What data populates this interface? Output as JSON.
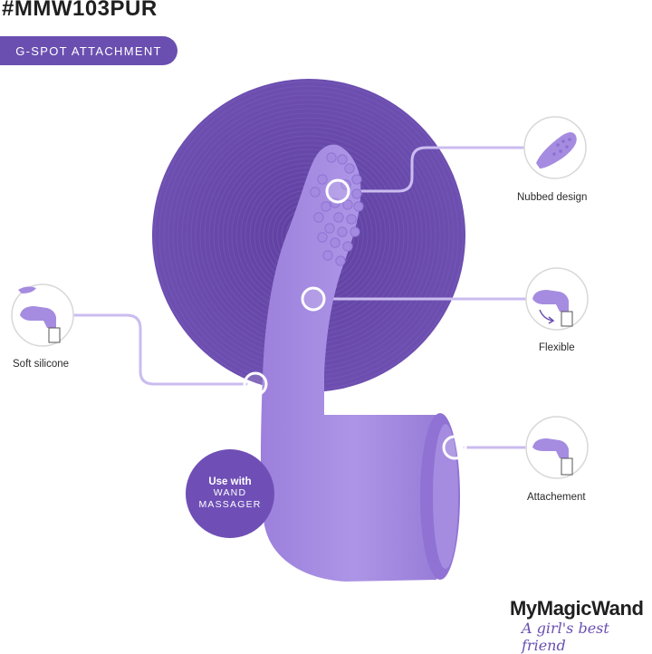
{
  "header": {
    "sku": "#MMW103PUR",
    "category_pill": "G-SPOT ATTACHMENT"
  },
  "features": [
    {
      "id": "nubbed",
      "label": "Nubbed design",
      "icon": "nubbed-tip-icon"
    },
    {
      "id": "flexible",
      "label": "Flexible",
      "icon": "flex-arrow-icon"
    },
    {
      "id": "attachment",
      "label": "Attachement",
      "icon": "wand-head-icon"
    },
    {
      "id": "silicone",
      "label": "Soft silicone",
      "icon": "silicone-drop-icon"
    }
  ],
  "badge": {
    "line1": "Use with",
    "line2": "WAND",
    "line3": "MASSAGER"
  },
  "brand": {
    "name": "MyMagicWand",
    "tagline": "A girl's best friend"
  },
  "colors": {
    "disc": "#6a4bab",
    "product": "#a58ce0",
    "product_shadow": "#8a6fd0",
    "accent": "#6a4fb0",
    "callout_line": "#cbbcf0"
  }
}
